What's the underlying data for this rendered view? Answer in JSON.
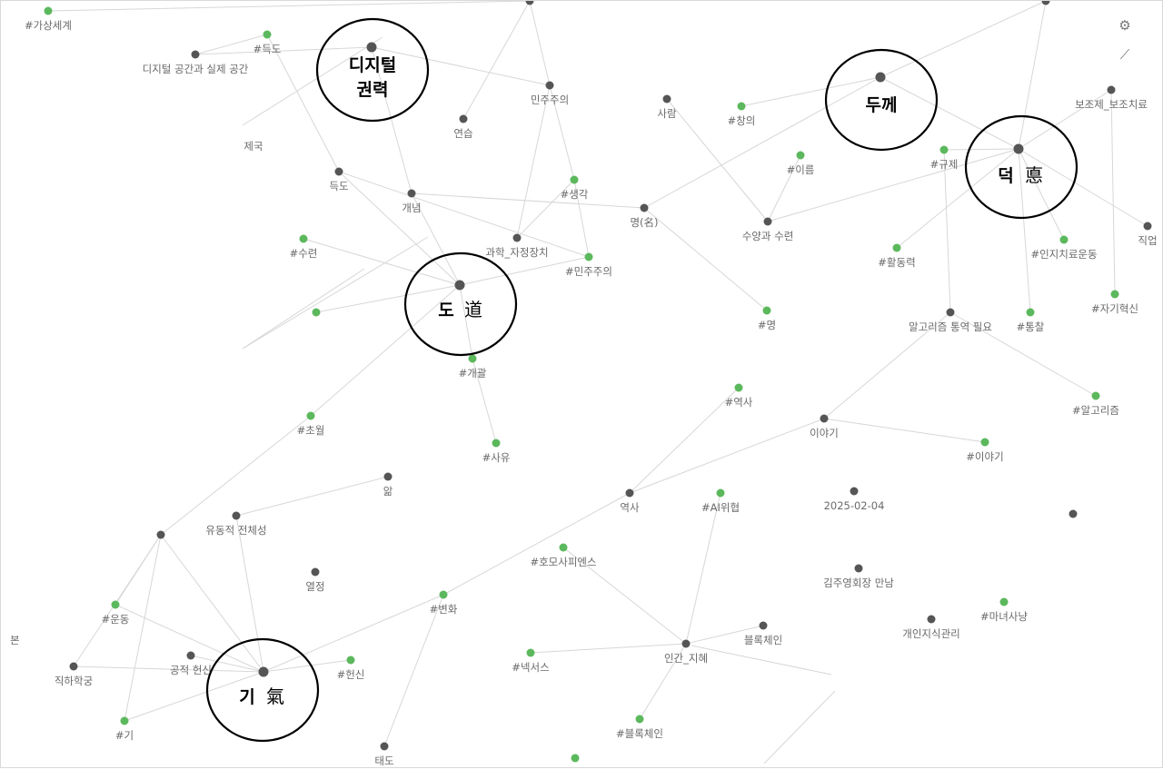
{
  "toolbar": {
    "settings_icon": "gear-icon",
    "magic_icon": "magic-wand-icon",
    "settings_glyph": "⚙",
    "magic_glyph": "⟋"
  },
  "colors": {
    "tag_node": "#5cb85c",
    "note_node": "#555555",
    "edge": "#d7d7d7",
    "label": "#6a6a6a",
    "annotation": "#000000"
  },
  "nodes": [
    {
      "id": "gasang",
      "label": "#가상세계",
      "type": "tag"
    },
    {
      "id": "digital_space",
      "label": "디지털 공간과 실제 공간",
      "type": "note"
    },
    {
      "id": "tag_deukdo",
      "label": "#득도",
      "type": "tag"
    },
    {
      "id": "digital_power",
      "label": "",
      "type": "note"
    },
    {
      "id": "jeguk",
      "label": "제국",
      "type": "text"
    },
    {
      "id": "deukdo",
      "label": "득도",
      "type": "note"
    },
    {
      "id": "yeonseub",
      "label": "연습",
      "type": "note"
    },
    {
      "id": "minju",
      "label": "민주주의",
      "type": "note"
    },
    {
      "id": "gaenyeom",
      "label": "개념",
      "type": "note"
    },
    {
      "id": "saram",
      "label": "사람",
      "type": "note"
    },
    {
      "id": "tag_chang",
      "label": "#창의",
      "type": "tag"
    },
    {
      "id": "dukke",
      "label": "",
      "type": "note"
    },
    {
      "id": "tag_saenggak",
      "label": "#생각",
      "type": "tag"
    },
    {
      "id": "gwahak",
      "label": "과학_자정장치",
      "type": "note"
    },
    {
      "id": "myeong",
      "label": "명(名)",
      "type": "note"
    },
    {
      "id": "tag_ireum",
      "label": "#이름",
      "type": "tag"
    },
    {
      "id": "tag_suryeon",
      "label": "#수련",
      "type": "tag"
    },
    {
      "id": "suyang",
      "label": "수양과 수련",
      "type": "note"
    },
    {
      "id": "tag_minju",
      "label": "#민주주의",
      "type": "tag"
    },
    {
      "id": "do",
      "label": "",
      "type": "note"
    },
    {
      "id": "tag_unnamed",
      "label": "",
      "type": "tag"
    },
    {
      "id": "tag_gyuje",
      "label": "#규제",
      "type": "tag"
    },
    {
      "id": "deok",
      "label": "",
      "type": "note"
    },
    {
      "id": "bojoje",
      "label": "보조제_보조치료",
      "type": "note"
    },
    {
      "id": "tag_hwaldong",
      "label": "#활동력",
      "type": "tag"
    },
    {
      "id": "tag_inji",
      "label": "#인지치료운동",
      "type": "tag"
    },
    {
      "id": "tag_myeong",
      "label": "#명",
      "type": "tag"
    },
    {
      "id": "tag_gaegwal",
      "label": "#개괄",
      "type": "tag"
    },
    {
      "id": "algorithm_need",
      "label": "알고리즘 통역 필요",
      "type": "note"
    },
    {
      "id": "tag_tongchal",
      "label": "#통찰",
      "type": "tag"
    },
    {
      "id": "tag_jagi",
      "label": "#자기혁신",
      "type": "tag"
    },
    {
      "id": "jik_top",
      "label": "직업",
      "type": "note"
    },
    {
      "id": "tag_choweol",
      "label": "#초월",
      "type": "tag"
    },
    {
      "id": "tag_yeoksa",
      "label": "#역사",
      "type": "tag"
    },
    {
      "id": "tag_algorithm",
      "label": "#알고리즘",
      "type": "tag"
    },
    {
      "id": "iyagi",
      "label": "이야기",
      "type": "note"
    },
    {
      "id": "tag_iyagi",
      "label": "#이야기",
      "type": "tag"
    },
    {
      "id": "tag_sayu",
      "label": "#사유",
      "type": "tag"
    },
    {
      "id": "ap",
      "label": "앎",
      "type": "note"
    },
    {
      "id": "yeoksa",
      "label": "역사",
      "type": "note"
    },
    {
      "id": "tag_ai",
      "label": "#AI위협",
      "type": "tag"
    },
    {
      "id": "date",
      "label": "2025-02-04",
      "type": "note"
    },
    {
      "id": "right_dot",
      "label": "",
      "type": "note"
    },
    {
      "id": "yudongjeok",
      "label": "유동적 전체성",
      "type": "note"
    },
    {
      "id": "hub_left",
      "label": "",
      "type": "note"
    },
    {
      "id": "tag_homo",
      "label": "#호모사피엔스",
      "type": "tag"
    },
    {
      "id": "yeoljeong",
      "label": "열정",
      "type": "note"
    },
    {
      "id": "gimju",
      "label": "김주영회장 만남",
      "type": "note"
    },
    {
      "id": "tag_undong",
      "label": "#운동",
      "type": "tag"
    },
    {
      "id": "tag_byeonhwa",
      "label": "#변화",
      "type": "tag"
    },
    {
      "id": "gaein",
      "label": "개인지식관리",
      "type": "note"
    },
    {
      "id": "tag_manyeo",
      "label": "#마녀사냥",
      "type": "tag"
    },
    {
      "id": "blockchain",
      "label": "블록체인",
      "type": "note"
    },
    {
      "id": "gongjeok",
      "label": "공적 헌신",
      "type": "note"
    },
    {
      "id": "tag_heonsin",
      "label": "#헌신",
      "type": "tag"
    },
    {
      "id": "tag_nexus",
      "label": "#넥서스",
      "type": "tag"
    },
    {
      "id": "ingan",
      "label": "인간_지혜",
      "type": "note"
    },
    {
      "id": "jikha",
      "label": "직하학궁",
      "type": "note"
    },
    {
      "id": "gi",
      "label": "",
      "type": "note"
    },
    {
      "id": "tag_blockchain",
      "label": "#블록체인",
      "type": "tag"
    },
    {
      "id": "tag_gi",
      "label": "#기",
      "type": "tag"
    },
    {
      "id": "taedo",
      "label": "태도",
      "type": "note"
    },
    {
      "id": "tag_bottom",
      "label": "",
      "type": "tag"
    },
    {
      "id": "top_mid",
      "label": "",
      "type": "note"
    },
    {
      "id": "top_right",
      "label": "",
      "type": "note"
    }
  ],
  "annotations": [
    {
      "id": "ann_digital",
      "line1": "디지털",
      "line2": "권력"
    },
    {
      "id": "ann_dukke",
      "text": "두께"
    },
    {
      "id": "ann_deok",
      "ko": "덕",
      "han": "悳"
    },
    {
      "id": "ann_do",
      "ko": "도",
      "han": "道"
    },
    {
      "id": "ann_gi",
      "ko": "기",
      "han": "氣"
    }
  ],
  "edge_labels": {
    "left_edge": "본"
  }
}
